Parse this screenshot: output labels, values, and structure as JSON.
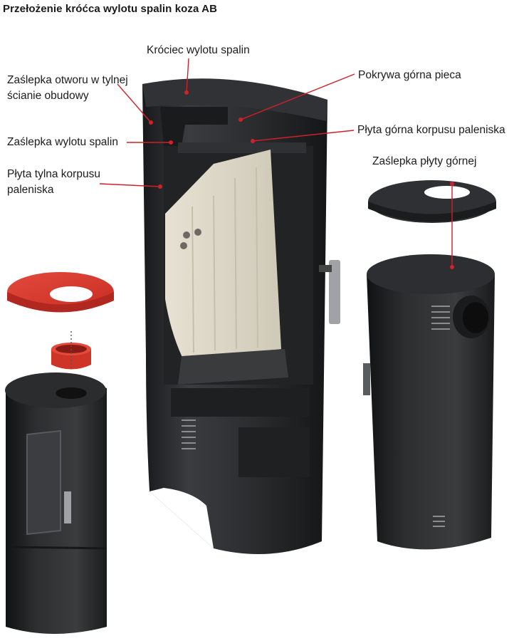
{
  "title": "Przełożenie króćca wylotu spalin koza AB",
  "labels": {
    "flue_spigot": "Króciec wylotu spalin",
    "rear_hole_cap_line1": "Zaślepka otworu w tylnej",
    "rear_hole_cap_line2": "ścianie obudowy",
    "flue_outlet_cap": "Zaślepka wylotu spalin",
    "back_plate_line1": "Płyta tylna korpusu",
    "back_plate_line2": "paleniska",
    "top_cover": "Pokrywa górna pieca",
    "top_plate": "Płyta górna korpusu paleniska",
    "top_plate_cap": "Zaślepka płyty górnej"
  },
  "colors": {
    "stove_body": "#2b2d2f",
    "stove_dark": "#1c1d1f",
    "ceramic_liner": "#ddd8c9",
    "highlight_red": "#d8352a",
    "leader_line": "#d0202a"
  }
}
